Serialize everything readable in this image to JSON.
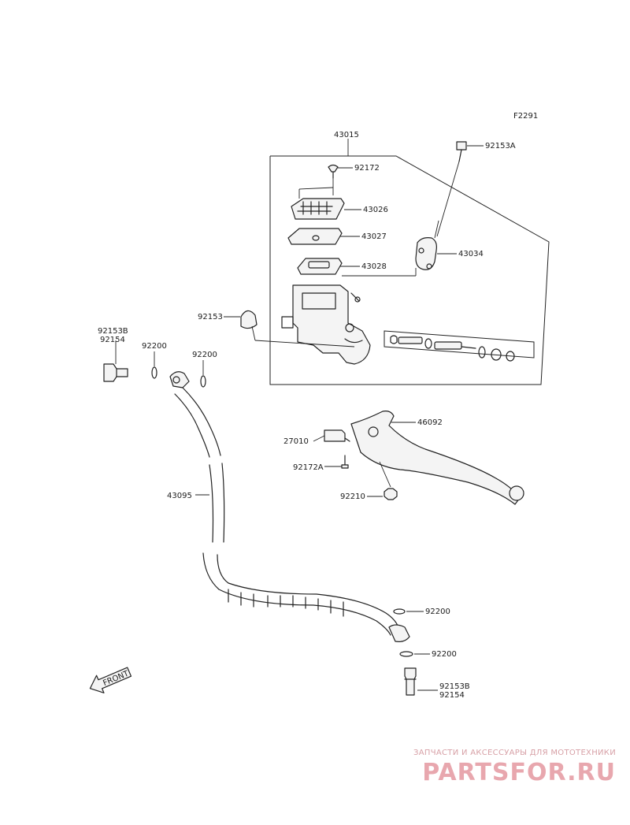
{
  "diagram": {
    "figure_code": "F2291",
    "front_label": "FRONT",
    "callouts": {
      "c43015": "43015",
      "c92153A": "92153A",
      "c92172": "92172",
      "c43026": "43026",
      "c43027": "43027",
      "c43028": "43028",
      "c43034": "43034",
      "c92153": "92153",
      "c92153B_top": "92153B",
      "c92154_top": "92154",
      "c92200_a": "92200",
      "c92200_b": "92200",
      "c46092": "46092",
      "c27010": "27010",
      "c92172A": "92172A",
      "c92210": "92210",
      "c43095": "43095",
      "c92200_c": "92200",
      "c92200_d": "92200",
      "c92153B_bot": "92153B",
      "c92154_bot": "92154"
    }
  },
  "watermark": {
    "tagline": "ЗАПЧАСТИ И АКСЕССУАРЫ ДЛЯ МОТОТЕХНИКИ",
    "logo": "PARTSFOR.RU",
    "color": "#e8a7ae"
  }
}
